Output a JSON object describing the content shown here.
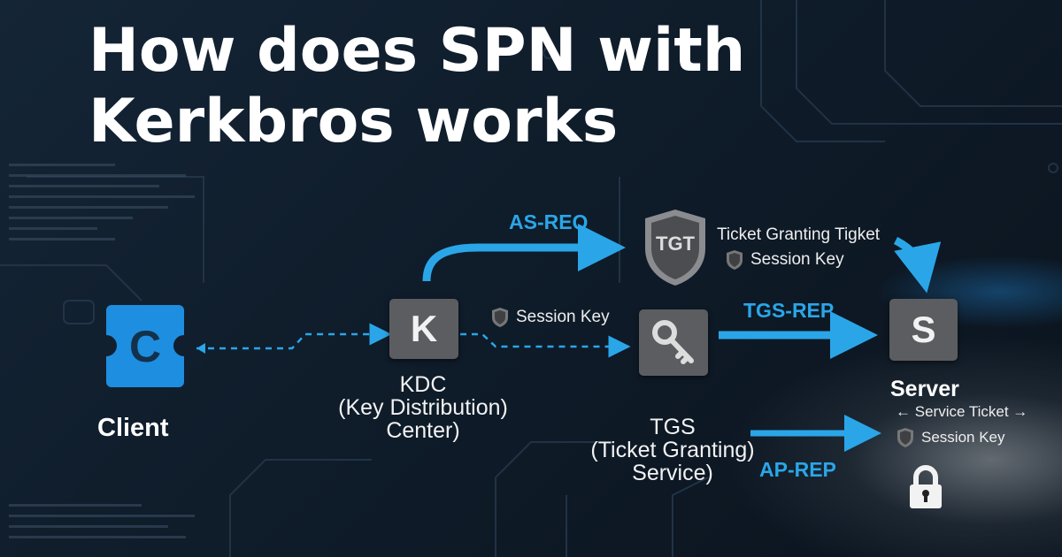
{
  "title": {
    "line1": "How does SPN with",
    "line2": "Kerkbros works"
  },
  "nodes": {
    "client": {
      "letter": "C",
      "label": "Client"
    },
    "kdc": {
      "letter": "K",
      "label_lines": [
        "KDC",
        "(Key Distribution)",
        "Center)"
      ]
    },
    "tgs": {
      "label_lines": [
        "TGS",
        "(Ticket Granting)",
        "Service)"
      ]
    },
    "tgt": {
      "letter": "TGT",
      "label": "Ticket Granting Tigket",
      "session_key": "Session Key"
    },
    "server": {
      "letter": "S",
      "label": "Server",
      "service_ticket": "Service Ticket",
      "session_key": "Session Key"
    }
  },
  "flows": {
    "as_req": "AS-REQ",
    "tgs_rep": "TGS-REP",
    "ap_rep": "AP-REP",
    "kdc_session_key": "Session Key"
  },
  "colors": {
    "accent": "#2aa6e8",
    "box": "#5b5d60",
    "background": "#0f1c2a"
  }
}
